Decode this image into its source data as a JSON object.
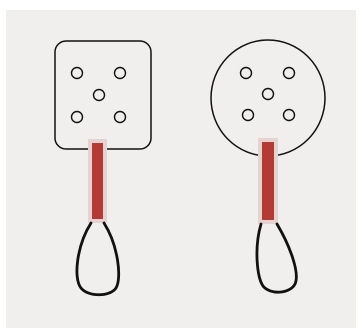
{
  "diagram": {
    "items": [
      {
        "shape": "square-paddle",
        "hole_count": 5
      },
      {
        "shape": "round-paddle",
        "hole_count": 5
      }
    ],
    "colors": {
      "background": "#f0efee",
      "outline": "#111111",
      "handle_red": "#b33a35",
      "handle_sleeve": "#e7d2d2"
    }
  }
}
